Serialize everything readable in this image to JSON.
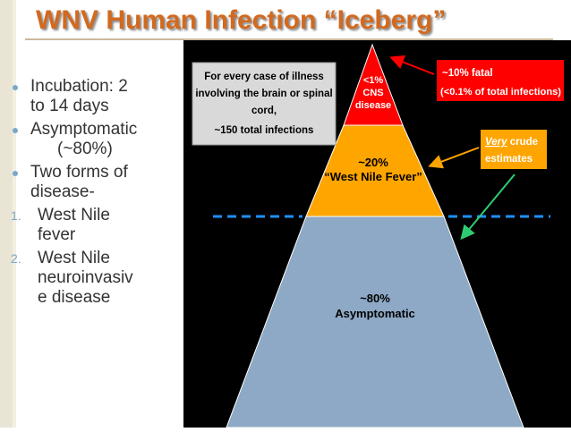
{
  "slide": {
    "title": "WNV Human Infection “Iceberg”"
  },
  "bullets": [
    {
      "line1": "Incubation: 2",
      "line2": "to 14 days"
    },
    {
      "line1": "Asymptomatic",
      "line2": "(~80%)"
    },
    {
      "line1": "Two forms of",
      "line2": "disease-"
    }
  ],
  "numbered": [
    {
      "num": "1.",
      "lines": [
        "West Nile",
        "fever"
      ]
    },
    {
      "num": "2.",
      "lines": [
        "West Nile",
        "neuroinvasiv",
        "e disease"
      ]
    }
  ],
  "diagram": {
    "info_box": [
      "For every case of illness",
      "involving the brain or spinal",
      "cord,",
      "~150 total infections"
    ],
    "tier_top": [
      "<1%",
      "CNS",
      "disease"
    ],
    "tier_mid": [
      "~20%",
      "“West Nile Fever”"
    ],
    "tier_bottom": [
      "~80%",
      "Asymptomatic"
    ],
    "fatal_box": [
      "~10% fatal",
      "(<0.1% of total infections)"
    ],
    "estimate_box": [
      "Very",
      " crude",
      "estimates"
    ],
    "colors": {
      "top": "#ff0000",
      "middle": "#ffa500",
      "bottom": "#8ea9c5",
      "waterline": "#1e90ff"
    }
  }
}
